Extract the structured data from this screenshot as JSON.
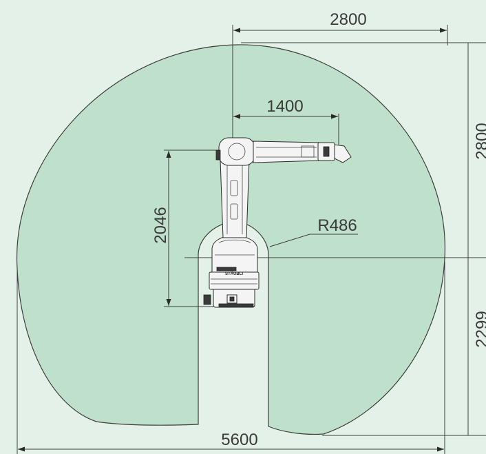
{
  "colors": {
    "background": "#e4f1e9",
    "workspace_fill": "#bfe0cb",
    "outline": "#3c3c3c",
    "robot_body": "#f4f4f4",
    "robot_dark": "#3a3a3a"
  },
  "dimensions": {
    "top_reach": "2800",
    "arm_length": "1400",
    "vertical_upper": "2800",
    "height": "2046",
    "inner_radius": "R486",
    "vertical_lower": "2299",
    "overall_width": "5600"
  },
  "robot": {
    "brand_label": "STÄUBLI"
  }
}
